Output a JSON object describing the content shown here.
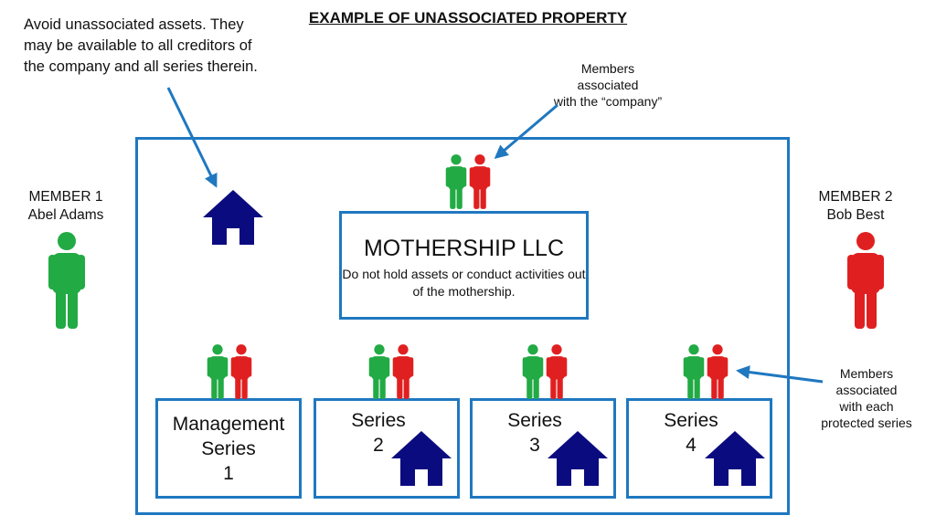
{
  "title": "EXAMPLE OF UNASSOCIATED PROPERTY",
  "note_top_left": "Avoid unassociated assets. They may be available to all creditors of the company and all series therein.",
  "note_company": [
    "Members",
    "associated",
    "with the “company”"
  ],
  "note_series": [
    "Members",
    "associated",
    "with each",
    "protected series"
  ],
  "member1": {
    "line1": "MEMBER 1",
    "line2": "Abel Adams",
    "color": "#22aa44"
  },
  "member2": {
    "line1": "MEMBER 2",
    "line2": "Bob Best",
    "color": "#e02020"
  },
  "mothership": {
    "name": "MOTHERSHIP LLC",
    "desc": "Do not hold assets or conduct activities out of the mothership."
  },
  "series": [
    {
      "lines": [
        "Management",
        "Series",
        "1"
      ]
    },
    {
      "lines": [
        "Series",
        "2"
      ]
    },
    {
      "lines": [
        "Series",
        "3"
      ]
    },
    {
      "lines": [
        "Series",
        "4"
      ]
    }
  ],
  "colors": {
    "frame": "#1f78c0",
    "house": "#0b0b80",
    "green": "#22aa44",
    "red": "#e02020",
    "arrow": "#1f78c0"
  },
  "icons": [
    "person-green-icon",
    "person-red-icon",
    "house-icon",
    "arrow-icon"
  ]
}
